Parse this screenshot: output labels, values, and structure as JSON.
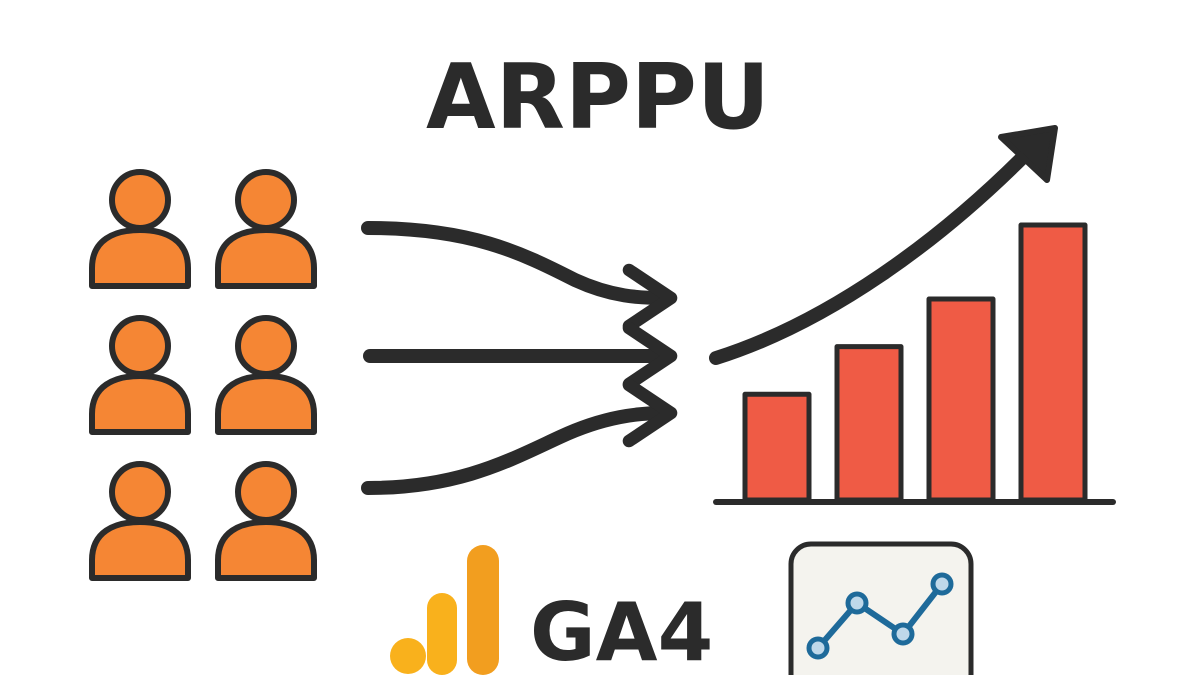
{
  "title": "ARPPU",
  "brand_label": "GA4",
  "colors": {
    "user_fill": "#F58634",
    "outline": "#2b2b2b",
    "bar_fill": "#EF5B45",
    "ga4_dark": "#F29E1F",
    "ga4_light": "#F9B11C",
    "line_chart_stroke": "#1E6A9A",
    "point_fill": "#BFD8EA",
    "card_bg": "#F4F3EE"
  },
  "icons": {
    "users": "person-icon",
    "flow": "arrow-icon",
    "growth": "trend-up-arrow-icon",
    "analytics": "ga4-logo-icon",
    "report": "line-chart-icon"
  },
  "chart_data": {
    "type": "bar",
    "values": [
      1.0,
      1.45,
      1.9,
      2.6
    ]
  }
}
